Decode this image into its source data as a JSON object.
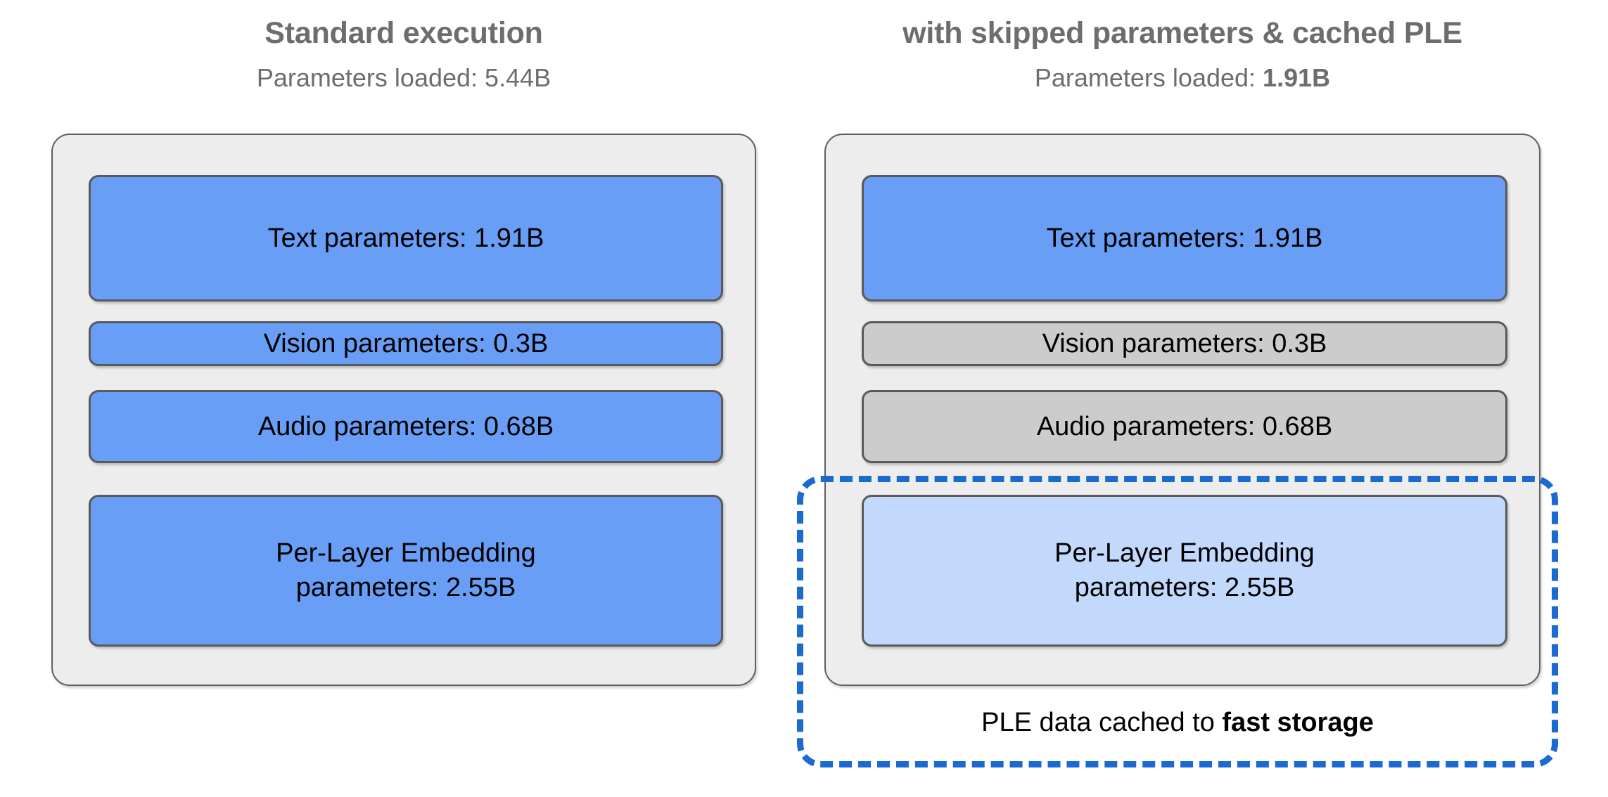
{
  "diagram": {
    "title_semantic": "per-layer-embedding-caching-comparison",
    "colors": {
      "panel_bg": "#ededed",
      "panel_border": "#5f5f5f",
      "box_blue": "#689ef6",
      "box_grey": "#cccccc",
      "box_light_blue": "#c3d9fc",
      "box_border": "#5a5a5a",
      "dashed_accent": "#1b6ad1",
      "header_text": "#6d6d6d",
      "box_text": "#000000"
    },
    "columns": [
      {
        "id": "standard",
        "title": "Standard execution",
        "subtitle_prefix": "Parameters loaded: ",
        "subtitle_value": "5.44B",
        "subtitle_value_bold": false,
        "boxes": [
          {
            "id": "text",
            "label": "Text parameters: 1.91B",
            "label_line2": "",
            "style": "blue"
          },
          {
            "id": "vision",
            "label": "Vision parameters: 0.3B",
            "label_line2": "",
            "style": "blue"
          },
          {
            "id": "audio",
            "label": "Audio parameters: 0.68B",
            "label_line2": "",
            "style": "blue"
          },
          {
            "id": "ple",
            "label": "Per-Layer Embedding",
            "label_line2": "parameters: 2.55B",
            "style": "blue"
          }
        ]
      },
      {
        "id": "skipped-cached",
        "title": "with skipped parameters & cached PLE",
        "subtitle_prefix": "Parameters loaded: ",
        "subtitle_value": "1.91B",
        "subtitle_value_bold": true,
        "boxes": [
          {
            "id": "text",
            "label": "Text parameters: 1.91B",
            "label_line2": "",
            "style": "blue"
          },
          {
            "id": "vision",
            "label": "Vision parameters: 0.3B",
            "label_line2": "",
            "style": "grey"
          },
          {
            "id": "audio",
            "label": "Audio parameters: 0.68B",
            "label_line2": "",
            "style": "grey"
          },
          {
            "id": "ple",
            "label": "Per-Layer Embedding",
            "label_line2": "parameters: 2.55B",
            "style": "light-blue"
          }
        ],
        "cache_note_prefix": "PLE data cached to ",
        "cache_note_emphasis": "fast storage"
      }
    ]
  }
}
